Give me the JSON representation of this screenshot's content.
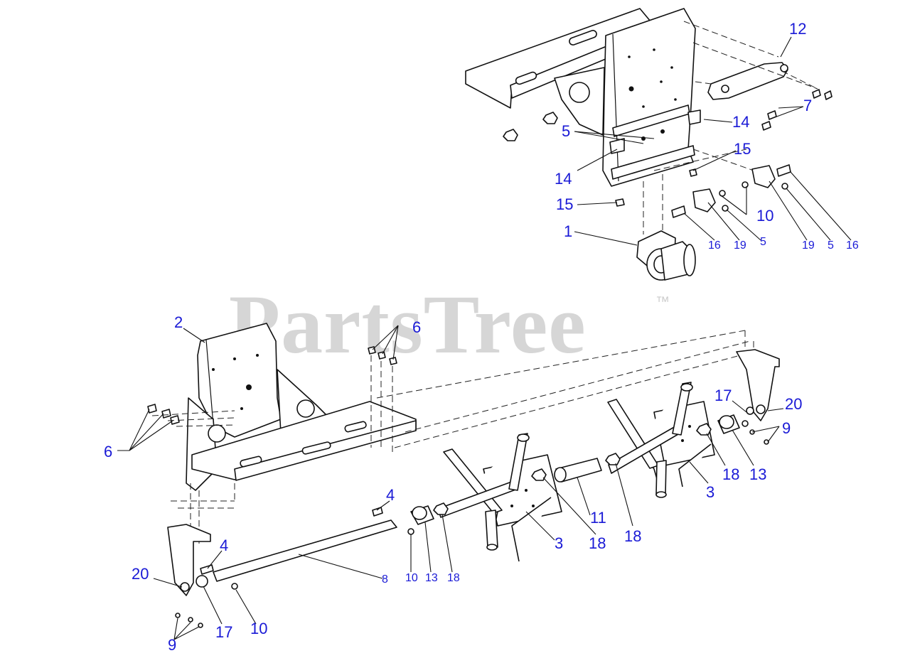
{
  "watermark": {
    "brand": "PartsTree",
    "mark": "™"
  },
  "callouts": [
    {
      "id": "c12",
      "text": "12"
    },
    {
      "id": "c7",
      "text": "7"
    },
    {
      "id": "c14a",
      "text": "14"
    },
    {
      "id": "c5a",
      "text": "5"
    },
    {
      "id": "c15a",
      "text": "15"
    },
    {
      "id": "c14b",
      "text": "14"
    },
    {
      "id": "c15b",
      "text": "15"
    },
    {
      "id": "c10a",
      "text": "10"
    },
    {
      "id": "c1",
      "text": "1"
    },
    {
      "id": "c16a",
      "text": "16"
    },
    {
      "id": "c19a",
      "text": "19"
    },
    {
      "id": "c5b",
      "text": "5"
    },
    {
      "id": "c19b",
      "text": "19"
    },
    {
      "id": "c5c",
      "text": "5"
    },
    {
      "id": "c16b",
      "text": "16"
    },
    {
      "id": "c2",
      "text": "2"
    },
    {
      "id": "c6a",
      "text": "6"
    },
    {
      "id": "c6b",
      "text": "6"
    },
    {
      "id": "c17a",
      "text": "17"
    },
    {
      "id": "c20a",
      "text": "20"
    },
    {
      "id": "c9a",
      "text": "9"
    },
    {
      "id": "c18a",
      "text": "18"
    },
    {
      "id": "c13a",
      "text": "13"
    },
    {
      "id": "c3a",
      "text": "3"
    },
    {
      "id": "c11",
      "text": "11"
    },
    {
      "id": "c18b",
      "text": "18"
    },
    {
      "id": "c4a",
      "text": "4"
    },
    {
      "id": "c3b",
      "text": "3"
    },
    {
      "id": "c18c",
      "text": "18"
    },
    {
      "id": "c4b",
      "text": "4"
    },
    {
      "id": "c20b",
      "text": "20"
    },
    {
      "id": "c8",
      "text": "8"
    },
    {
      "id": "c10b",
      "text": "10"
    },
    {
      "id": "c13b",
      "text": "13"
    },
    {
      "id": "c18d",
      "text": "18"
    },
    {
      "id": "c17b",
      "text": "17"
    },
    {
      "id": "c10c",
      "text": "10"
    },
    {
      "id": "c9b",
      "text": "9"
    }
  ]
}
